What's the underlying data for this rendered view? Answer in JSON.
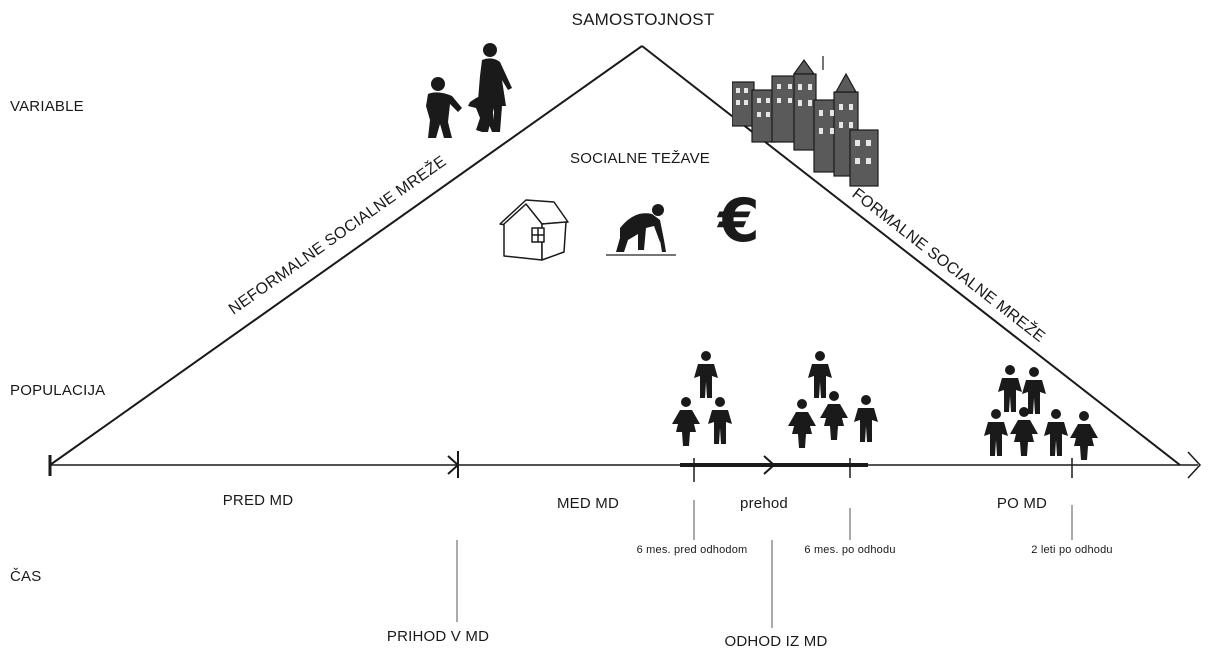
{
  "apex_label": "SAMOSTOJNOST",
  "center_label": "SOCIALNE TEŽAVE",
  "left_side_label": "NEFORMALNE SOCIALNE MREŽE",
  "right_side_label": "FORMALNE SOCIALNE MREŽE",
  "row_labels": {
    "variables": "VARIABLE",
    "population": "POPULACIJA",
    "time": "ČAS"
  },
  "phases": [
    "PRED MD",
    "MED MD",
    "prehod",
    "PO MD"
  ],
  "events": [
    "PRIHOD V MD",
    "ODHOD IZ MD"
  ],
  "milestones": [
    "6 mes. pred odhodom",
    "6 mes. po odhodu",
    "2 leti po odhodu"
  ],
  "icons": [
    "family-icon",
    "city-icon",
    "house-icon",
    "worker-icon",
    "euro-icon",
    "people-group-small-icon",
    "people-group-medium-icon",
    "people-group-large-icon"
  ],
  "euro_symbol": "€",
  "colors": {
    "ink": "#1a1a1a",
    "building_gray": "#5a5a5a"
  }
}
